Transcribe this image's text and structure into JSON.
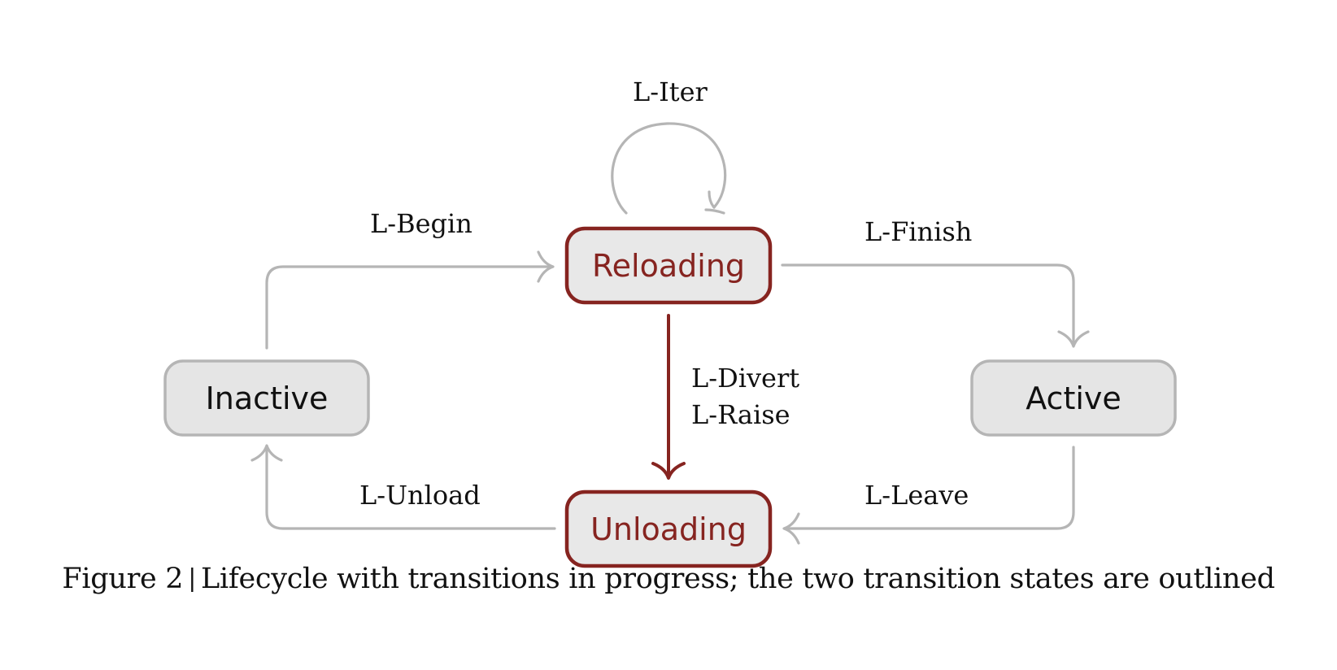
{
  "states": {
    "reloading": "Reloading",
    "unloading": "Unloading",
    "inactive": "Inactive",
    "active": "Active"
  },
  "transitions": {
    "iter": "L-Iter",
    "begin": "L-Begin",
    "finish": "L-Finish",
    "divert": "L-Divert",
    "raise": "L-Raise",
    "unload": "L-Unload",
    "leave": "L-Leave"
  },
  "caption": {
    "figure": "Figure 2",
    "separator": "|",
    "text": "Lifecycle with transitions in progress; the two transition states are outlined"
  },
  "colors": {
    "transition_state": "#862420",
    "edge": "#b5b5b5",
    "node_fill": "#e5e5e5"
  }
}
